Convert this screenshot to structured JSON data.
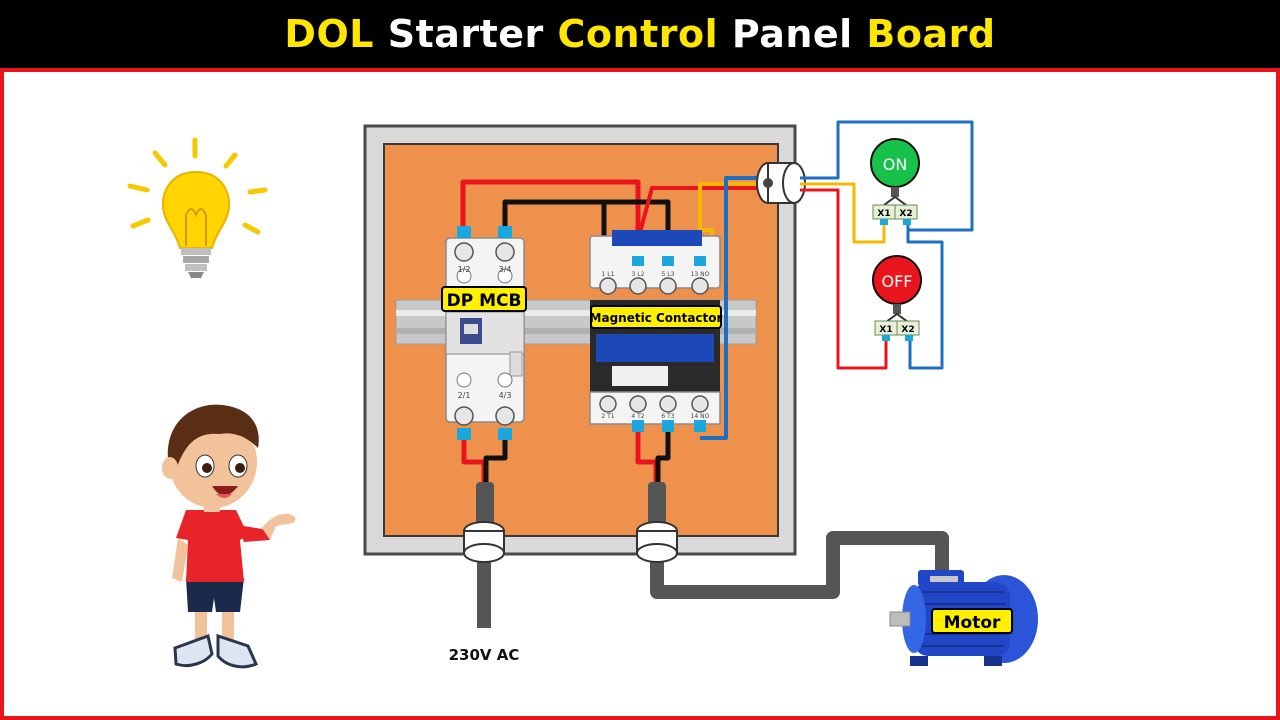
{
  "title": {
    "part1": "DOL",
    "part2": "Starter",
    "part3": "Control",
    "part4": "Panel",
    "part5": "Board"
  },
  "labels": {
    "mcb": "DP MCB",
    "contactor": "Magnetic Contactor",
    "motor": "Motor",
    "supply": "230V AC",
    "on_button": "ON",
    "off_button": "OFF",
    "x1": "X1",
    "x2": "X2"
  },
  "mcb_terminals": {
    "top_left": "1/2",
    "top_right": "3/4",
    "bottom_left": "2/1",
    "bottom_right": "4/3"
  },
  "contactor_terminals": {
    "top": [
      "1 L1",
      "3 L2",
      "5 L3",
      "13 NO"
    ],
    "bottom": [
      "2 T1",
      "4 T2",
      "6 T3",
      "14 NO"
    ]
  },
  "colors": {
    "title_yellow": "#ffe600",
    "panel_orange": "#ee914c",
    "wire_red": "#e8151c",
    "wire_black": "#111111",
    "wire_blue": "#1e6fc0",
    "wire_yellow": "#f5b800",
    "on_green": "#18c24a",
    "off_red": "#e8151c",
    "label_yellow": "#fff000"
  }
}
